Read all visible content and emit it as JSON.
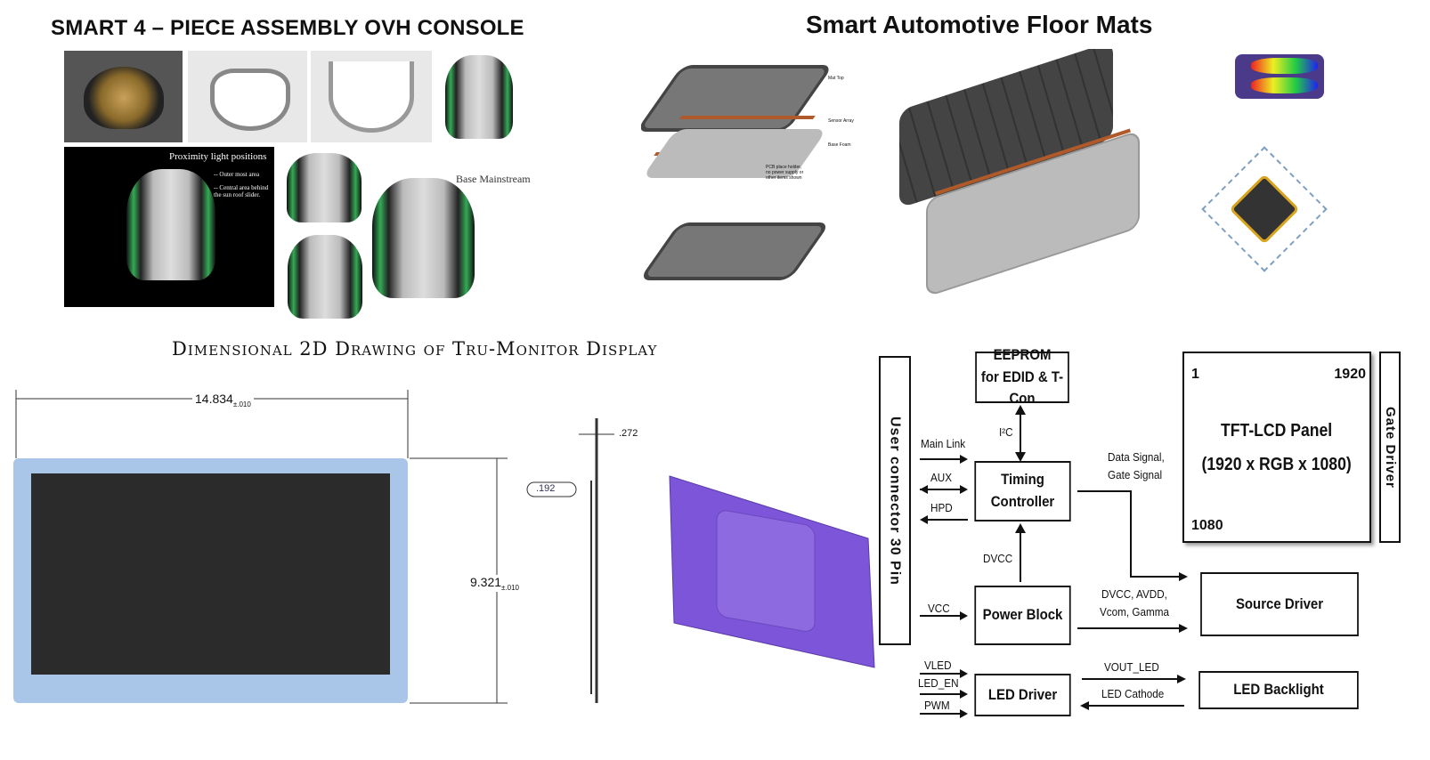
{
  "titles": {
    "console": "SMART 4 – PIECE ASSEMBLY OVH CONSOLE",
    "floor_mats": "Smart Automotive Floor Mats",
    "drawing": "Dimensional 2D Drawing of Tru-Monitor Display"
  },
  "console": {
    "proximity_title": "Proximity light positions",
    "proximity_items": [
      "-- Outer most area",
      "-- Central area behind the sun roof slider."
    ],
    "base_label": "Base Mainstream"
  },
  "floor_mat": {
    "labels": [
      "Mat Top",
      "Sensor Array",
      "Base Foam",
      "PCB place holder, no power supply or other items shown"
    ]
  },
  "drawing": {
    "width_dim": "14.834",
    "width_tol": "±.010",
    "height_dim": "9.321",
    "height_tol": "±.010",
    "depth_dim": ".272",
    "bezel_dim": ".192"
  },
  "colors": {
    "bezel": "#a9c6e8",
    "screen": "#2b2b2b",
    "purple_panel": "#7d55d8"
  },
  "block_diagram": {
    "connector": "User connector 30 Pin",
    "eeprom": [
      "EEPROM",
      "for EDID & T-Con"
    ],
    "timing": [
      "Timing",
      "Controller"
    ],
    "power": "Power Block",
    "led_driver": "LED Driver",
    "panel": {
      "title": "TFT-LCD Panel",
      "res": "(1920 x RGB x 1080)",
      "c1": "1",
      "c2": "1920",
      "c3": "1080"
    },
    "gate_driver": "Gate Driver",
    "source_driver": "Source Driver",
    "backlight": "LED Backlight",
    "signals": {
      "main_link": "Main Link",
      "aux": "AUX",
      "hpd": "HPD",
      "i2c": "I²C",
      "dvcc": "DVCC",
      "data_signal": "Data Signal,",
      "gate_signal": "Gate Signal",
      "vcc": "VCC",
      "dvcc_avdd": "DVCC, AVDD,",
      "vcom_gamma": "Vcom, Gamma",
      "vled": "VLED",
      "led_en": "LED_EN",
      "pwm": "PWM",
      "vout_led": "VOUT_LED",
      "led_cathode": "LED Cathode"
    }
  }
}
